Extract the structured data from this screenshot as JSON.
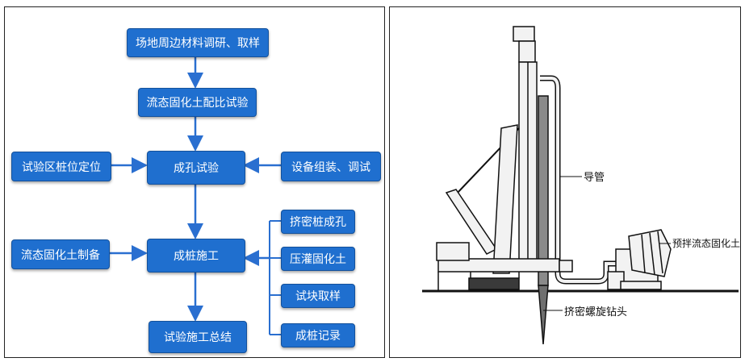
{
  "flowchart": {
    "step_survey": "场地周边材料调研、取样",
    "step_mix_test": "流态固化土配比试验",
    "step_hole_test": "成孔试验",
    "step_pile_construction": "成桩施工",
    "step_summary": "试验施工总结",
    "input_pile_positioning": "试验区桩位定位",
    "input_equipment_setup": "设备组装、调试",
    "input_soil_preparation": "流态固化土制备",
    "substeps": [
      "挤密桩成孔",
      "压灌固化土",
      "试块取样",
      "成桩记录"
    ]
  },
  "rig": {
    "label_guide_pipe": "导管",
    "label_premixed_soil": "预拌流态固化土",
    "label_drill_head": "挤密螺旋钻头"
  },
  "colors": {
    "box_fill": "#1f6fcf",
    "arrow": "#2a6fd0",
    "line_dark": "#111111",
    "machine_fill": "#f2f2f2"
  }
}
